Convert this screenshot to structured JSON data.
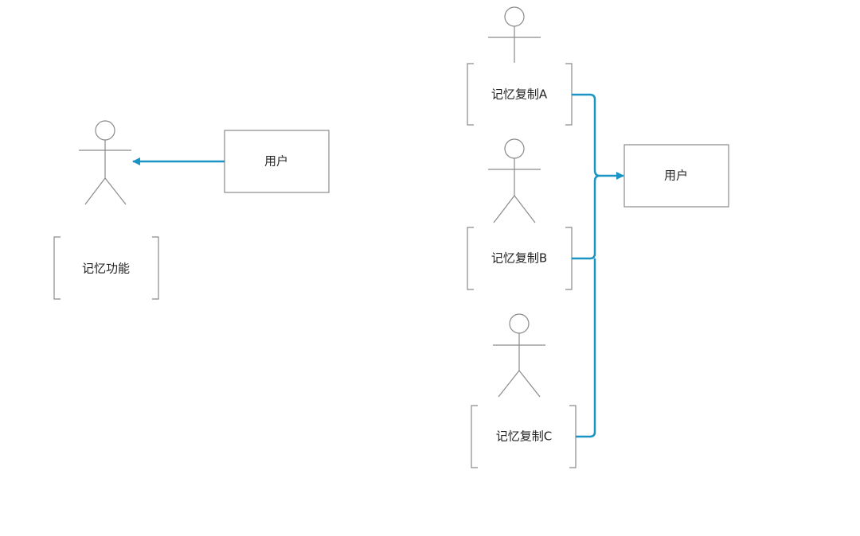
{
  "colors": {
    "line": "#8a8a8a",
    "connector": "#1a94c4",
    "text": "#222222",
    "background": "#ffffff"
  },
  "left": {
    "user_box_label": "用户",
    "memory_label": "记忆功能"
  },
  "right": {
    "user_box_label": "用户",
    "copy_a_label": "记忆复制A",
    "copy_b_label": "记忆复制B",
    "copy_c_label": "记忆复制C"
  }
}
